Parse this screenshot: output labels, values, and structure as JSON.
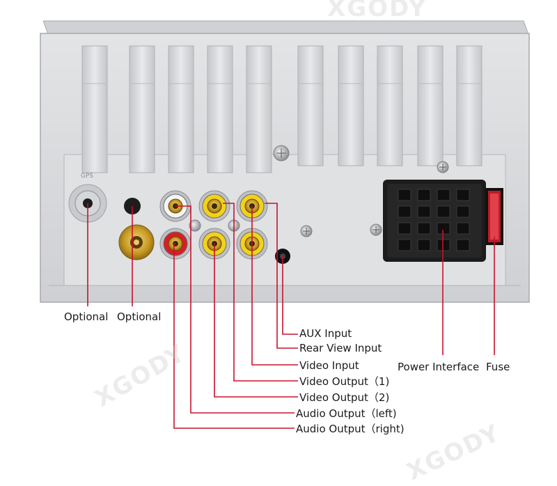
{
  "watermark": "XGODY",
  "colors": {
    "leader": "#c8102e",
    "panel": "#d9dadc",
    "panel_edge": "#b9bbbe",
    "rca_yellow": "#f2d21b",
    "rca_red": "#d61f26",
    "rca_white": "#f4f4f4",
    "rca_gold": "#c9a227",
    "connector": "#1c1c1c",
    "fuse": "#c21a24"
  },
  "connectors": [
    {
      "id": "gps",
      "type": "jack",
      "label": "Optional"
    },
    {
      "id": "mic",
      "type": "jack",
      "label": "Optional"
    },
    {
      "id": "aux",
      "type": "jack",
      "label": "AUX Input"
    },
    {
      "id": "camin",
      "type": "rca",
      "color": "yellow",
      "label": "Rear View Input"
    },
    {
      "id": "video-in",
      "type": "rca",
      "color": "yellow",
      "label": "Video Input"
    },
    {
      "id": "vout1",
      "type": "rca",
      "color": "yellow",
      "label": "Video Output（1)"
    },
    {
      "id": "vout2",
      "type": "rca",
      "color": "yellow",
      "label": "Video Output（2)"
    },
    {
      "id": "audio-left",
      "type": "rca",
      "color": "white",
      "label": "Audio Output（left)"
    },
    {
      "id": "audio-right",
      "type": "rca",
      "color": "red",
      "label": "Audio Output（right)"
    },
    {
      "id": "power",
      "type": "iso",
      "label": "Power Interface"
    },
    {
      "id": "fuse",
      "type": "fuse",
      "label": "Fuse"
    }
  ]
}
